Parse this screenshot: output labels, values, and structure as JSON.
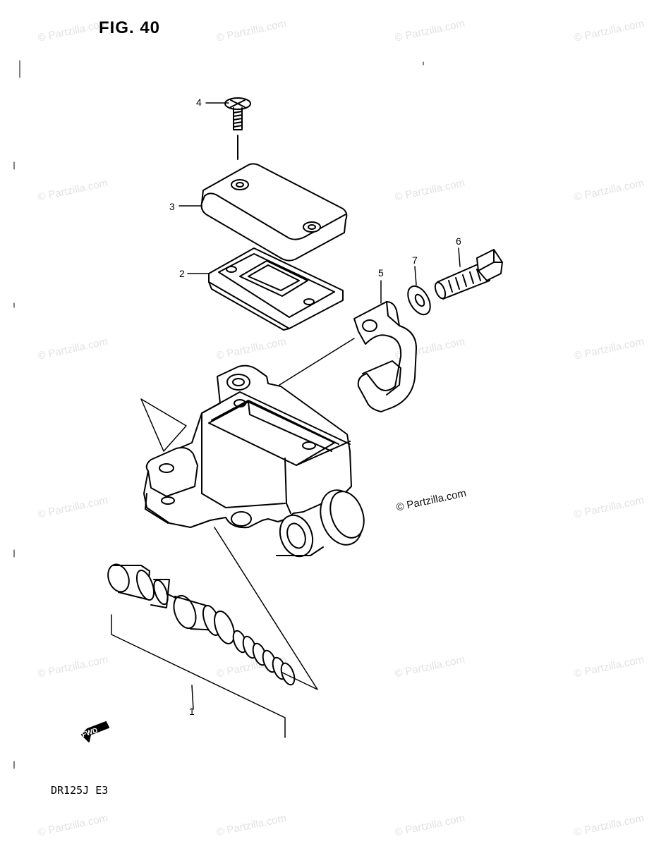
{
  "figure": {
    "title": "FIG. 40",
    "model_code": "DR125J E3"
  },
  "callouts": [
    "1",
    "2",
    "3",
    "4",
    "5",
    "6",
    "7"
  ],
  "direction_marker": "FWD",
  "watermark": {
    "text": "© Partzilla.com"
  },
  "colors": {
    "line": "#000000",
    "background": "#ffffff",
    "watermark": "#e2e2e2"
  }
}
